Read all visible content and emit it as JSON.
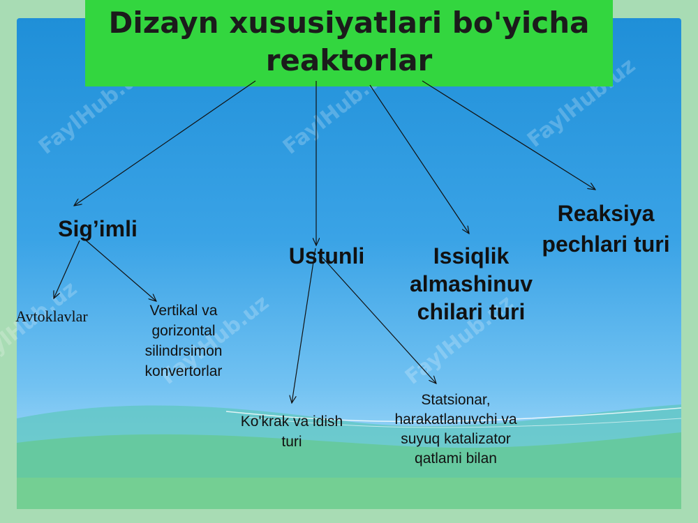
{
  "title": "Dizayn xususiyatlari bo'yicha\nreaktorlar",
  "nodes": {
    "sigimli": "Sig’imli",
    "ustunli": "Ustunli",
    "issiqlik": "Issiqlik\nalmashinuv\nchilari turi",
    "reaksiya": "Reaksiya\npechlari turi",
    "avtoklavlar": "Avtoklavlar",
    "vertikal": "Vertikal va\ngorizontal\nsilindrsimon\nkonvertorlar",
    "kokrak": "Ko'krak va idish\nturi",
    "statsionar": "Statsionar,\nharakatlanuvchi va\nsuyuq katalizator\nqatlami bilan"
  },
  "watermark": "FaylHub.uz"
}
